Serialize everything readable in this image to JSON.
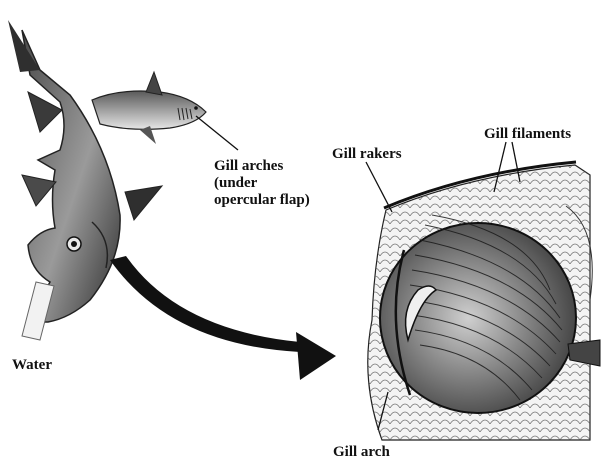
{
  "labels": {
    "gill_arches": [
      "Gill arches",
      "(under",
      "opercular flap)"
    ],
    "water": "Water",
    "gill_rakers": "Gill rakers",
    "gill_filaments": "Gill filaments",
    "gill_arch": "Gill arch"
  },
  "colors": {
    "ink": "#111111",
    "fish_dark": "#3a3a3a",
    "fish_mid": "#8a8a8a",
    "fish_light": "#d9d9d9",
    "paper": "#ffffff"
  }
}
